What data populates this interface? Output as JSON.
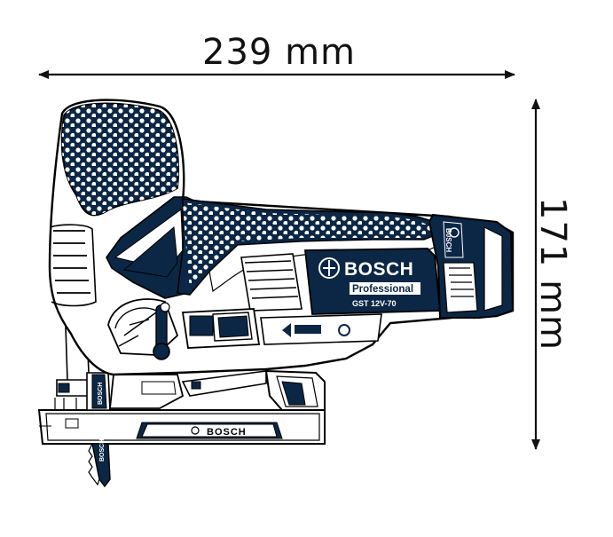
{
  "dimensions": {
    "width_label": "239 mm",
    "height_label": "171 mm"
  },
  "tool": {
    "brand": "BOSCH",
    "line": "Professional",
    "model": "GST 12V-70",
    "battery_label": "B0SCH",
    "blade_label": "BOSCH",
    "shoe_label": "BOSCH"
  },
  "colors": {
    "outline": "#000000",
    "body_dark": "#0b2745",
    "body_light": "#ffffff",
    "dimension_lines": "#111111"
  }
}
